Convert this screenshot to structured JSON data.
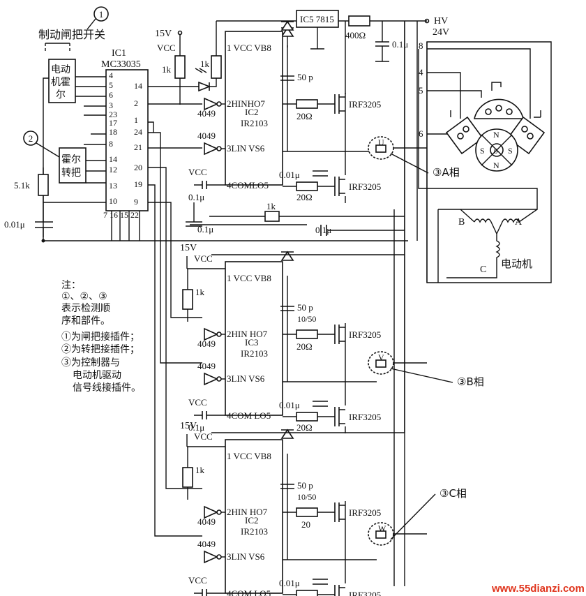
{
  "title": {
    "num": "1",
    "text": "制动闸把开关"
  },
  "supply": {
    "hv": "HV",
    "v24": "24V",
    "v15a": "15V",
    "v15b": "15V",
    "v15c": "15V",
    "vcc": "VCC"
  },
  "ic1": {
    "name": "IC1",
    "part": "MC33035",
    "left_pins": [
      "4",
      "5",
      "6",
      "3",
      "23",
      "17",
      "18",
      "8",
      "14",
      "12",
      "13",
      "10"
    ],
    "right_pins": [
      "14",
      "2",
      "1",
      "24",
      "21",
      "20",
      "19",
      "9"
    ],
    "bottom_pins": "7 16 15 22"
  },
  "ic5": "IC5 7815",
  "hall_motor": "电动机霍尔",
  "hall_throttle": "霍尔转把",
  "drivers": [
    {
      "name": "IC2",
      "part": "IR2103",
      "p1": "1 VCC VB8",
      "p2": "2HINHO7",
      "p3": "3LIN VS6",
      "p4": "4COMLO5"
    },
    {
      "name": "IC3",
      "part": "IR2103",
      "p1": "1 VCC VB8",
      "p2": "2HIN HO7",
      "p3": "3LIN VS6",
      "p4": "4COM LO5"
    },
    {
      "name": "IC2",
      "part": "IR2103",
      "p1": "1 VCC VB8",
      "p2": "2HIN HO7",
      "p3": "3LIN VS6",
      "p4": "4COM LO5"
    }
  ],
  "parts": {
    "r_1k": "1k",
    "r_400": "400Ω",
    "r_20": "20Ω",
    "r_20b": "20",
    "r_51k": "5.1k",
    "c_001": "0.01μ",
    "c_01": "0.1μ",
    "c_50p": "50 p",
    "c_1050": "10/50",
    "inv": "4049",
    "mos": "IRF3205"
  },
  "phases": {
    "a": "③A相",
    "b": "③B相",
    "c": "③C相",
    "u": "U",
    "v": "V",
    "w": "W"
  },
  "motor": {
    "label": "电动机",
    "a": "A",
    "b": "B",
    "c": "C",
    "pins": [
      "8",
      "4",
      "5",
      "6"
    ],
    "rotor": [
      "N",
      "S",
      "0",
      "S",
      "N"
    ]
  },
  "notes": [
    "注：",
    "①、②、③",
    "表示检测顺",
    "序和部件。",
    "①为闸把接插件；",
    "②为转把接插件；",
    "③为控制器与",
    "电动机驱动",
    "信号线接插件。"
  ],
  "markers": {
    "two": "2"
  },
  "watermark": "www.55dianzi.com"
}
